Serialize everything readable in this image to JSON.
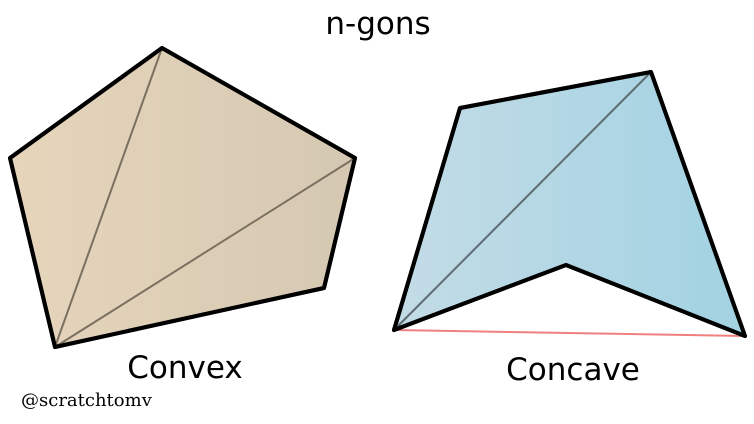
{
  "title": "n-gons",
  "shapes": {
    "convex": {
      "label": "Convex",
      "fill_start": "#e6d5bb",
      "fill_end": "#d5c8b2",
      "diagonal_color": "#7a7060"
    },
    "concave": {
      "label": "Concave",
      "fill_start": "#c3dce6",
      "fill_end": "#a2d2e2",
      "diagonal_color": "#5e6b72",
      "hull_edge_color": "#f07f7f"
    }
  },
  "credit": "@scratchtomv",
  "outline_color": "#000000"
}
